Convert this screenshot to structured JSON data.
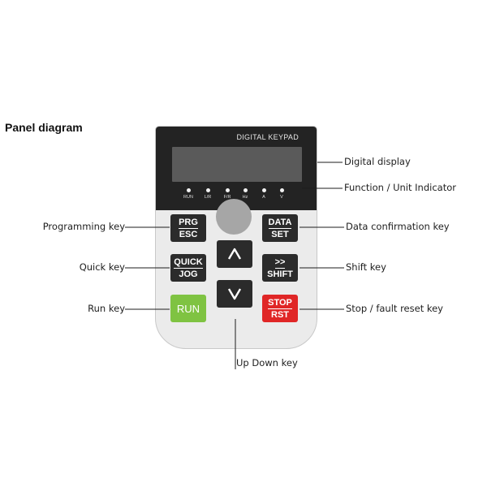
{
  "title": "Panel diagram",
  "panel": {
    "name": "DIGITAL KEYPAD",
    "indicators": [
      "RUN",
      "L/R",
      "F/R",
      "Hz",
      "A",
      "V"
    ],
    "keys": {
      "prg": [
        "PRG",
        "ESC"
      ],
      "data": [
        "DATA",
        "SET"
      ],
      "quick": [
        "QUICK",
        "JOG"
      ],
      "shift": [
        ">>",
        "SHIFT"
      ],
      "run": "RUN",
      "stop": [
        "STOP",
        "RST"
      ]
    },
    "colors": {
      "panel_head": "#232323",
      "run": "#7fc342",
      "stop": "#e02626"
    }
  },
  "callouts": {
    "digital_display": "Digital display",
    "function_unit": "Function / Unit Indicator",
    "programming": "Programming key",
    "data_confirm": "Data confirmation key",
    "quick": "Quick key",
    "shift": "Shift key",
    "run": "Run key",
    "stop_reset": "Stop / fault reset key",
    "up_down": "Up Down key"
  }
}
